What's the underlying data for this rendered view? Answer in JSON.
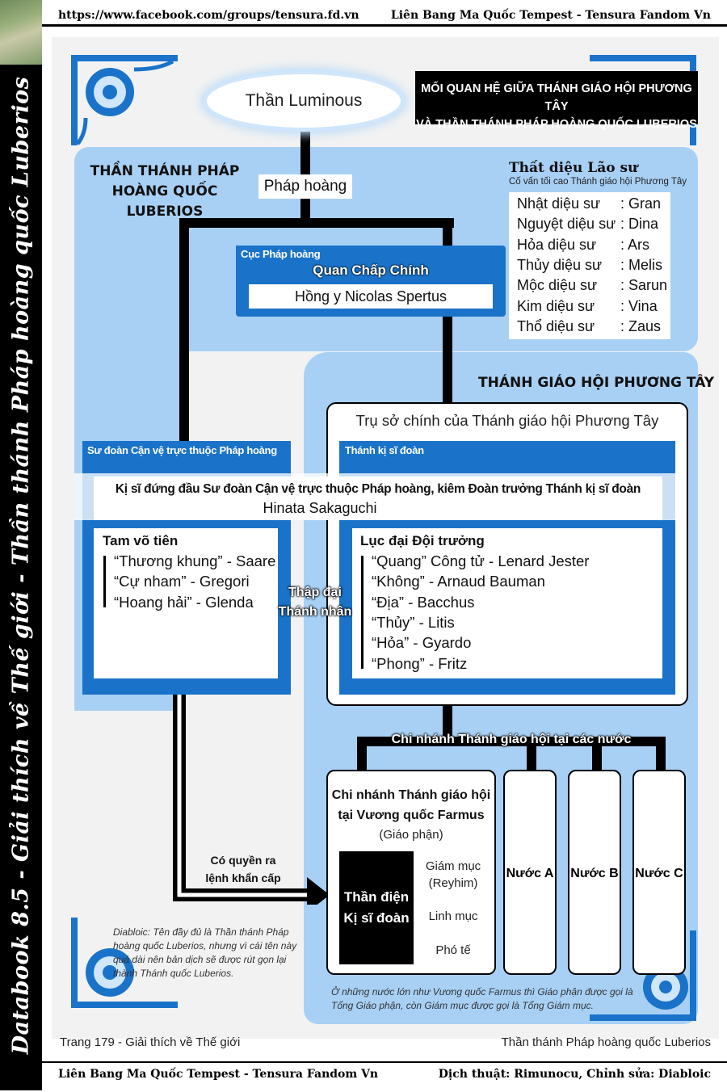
{
  "header": {
    "left": "https://www.facebook.com/groups/tensura.fd.vn",
    "right": "Liên Bang Ma Quốc Tempest - Tensura Fandom Vn"
  },
  "sidebar": {
    "vertical_title": "Databook 8.5 - Giải thích về Thế giới - Thần thánh Pháp hoàng quốc Luberios"
  },
  "diagram": {
    "title_line1": "MỐI QUAN HỆ GIỮA THÁNH GIÁO HỘI PHƯƠNG TÂY",
    "title_line2": "VÀ THẦN THÁNH PHÁP HOÀNG QUỐC LUBERIOS",
    "god": "Thần Luminous",
    "nation_line1": "THẦN THÁNH PHÁP",
    "nation_line2": "HOÀNG QUỐC LUBERIOS",
    "pope": "Pháp hoàng",
    "sages": {
      "title": "Thất diệu Lão sư",
      "subtitle": "Cố vấn tối cao Thánh giáo hội Phương Tây",
      "rows": [
        {
          "rank": "Nhật diệu sư",
          "name": ": Gran"
        },
        {
          "rank": "Nguyệt diệu sư",
          "name": ": Dina"
        },
        {
          "rank": "Hỏa diệu sư",
          "name": ": Ars"
        },
        {
          "rank": "Thủy diệu sư",
          "name": ": Melis"
        },
        {
          "rank": "Mộc diệu sư",
          "name": ": Sarun"
        },
        {
          "rank": "Kim diệu sư",
          "name": ": Vina"
        },
        {
          "rank": "Thổ diệu sư",
          "name": ": Zaus"
        }
      ]
    },
    "bureau": {
      "tab": "Cục Pháp hoàng",
      "role": "Quan Chấp Chính",
      "person": "Hồng y Nicolas Spertus"
    },
    "church_title": "THÁNH GIÁO HỘI PHƯƠNG TÂY",
    "headquarters": "Trụ sở chính của Thánh giáo hội Phương Tây",
    "guard_tab": "Sư đoàn Cận vệ trực thuộc Pháp hoàng",
    "knights_tab": "Thánh kị sĩ đoàn",
    "commander_title": "Kị sĩ đứng đầu Sư đoàn Cận vệ trực thuộc Pháp hoàng, kiêm Đoàn trưởng Thánh kị sĩ đoàn",
    "commander_name": "Hinata Sakaguchi",
    "three_warriors": {
      "title": "Tam võ tiên",
      "members": [
        "“Thương khung” - Saare",
        "“Cự nham” - Gregori",
        "“Hoang hải” - Glenda"
      ]
    },
    "ten_saints_line1": "Thập đại",
    "ten_saints_line2": "Thánh nhân",
    "six_captains": {
      "title": "Lục đại Đội trưởng",
      "members": [
        "“Quang” Công tử - Lenard Jester",
        "“Không” - Arnaud Bauman",
        "“Địa” - Bacchus",
        "“Thủy” - Litis",
        "“Hỏa” - Gyardo",
        "“Phong” - Fritz"
      ]
    },
    "branches_label": "Chi nhánh Thánh giáo hội tại các nước",
    "farmus": {
      "title_line1": "Chi nhánh Thánh giáo hội",
      "title_line2": "tại Vương quốc Farmus",
      "subtitle": "(Giáo phận)",
      "knights_line1": "Thần điện",
      "knights_line2": "Kị sĩ đoàn",
      "bishop_line1": "Giám mục",
      "bishop_line2": "(Reyhim)",
      "priest": "Linh mục",
      "deacon": "Phó tế"
    },
    "nations": [
      "Nước A",
      "Nước B",
      "Nước C"
    ],
    "emergency_line1": "Có quyền ra",
    "emergency_line2": "lệnh khẩn cấp",
    "translator_note": "Diabloic: Tên đầy đủ là Thần thánh Pháp hoàng quốc Luberios, nhưng vì cái tên này quá dài nên bản dịch sẽ được rút gọn lại thành Thánh quốc Luberios.",
    "bottom_note": "Ở những nước lớn như Vương quốc Farmus thì Giáo phận được gọi là Tổng Giáo phận, còn Giám mục được gọi là Tổng Giám mục."
  },
  "page_footer": {
    "left": "Trang 179 - Giải thích về Thế giới",
    "right": "Thần thánh Pháp hoàng quốc Luberios"
  },
  "footer": {
    "left": "Liên Bang Ma Quốc Tempest - Tensura Fandom Vn",
    "right": "Dịch thuật: Rimunocu, Chỉnh sửa: Diabloic"
  },
  "colors": {
    "light_blue": "#a8d0f5",
    "dark_blue": "#1a73c9",
    "black": "#000000"
  }
}
